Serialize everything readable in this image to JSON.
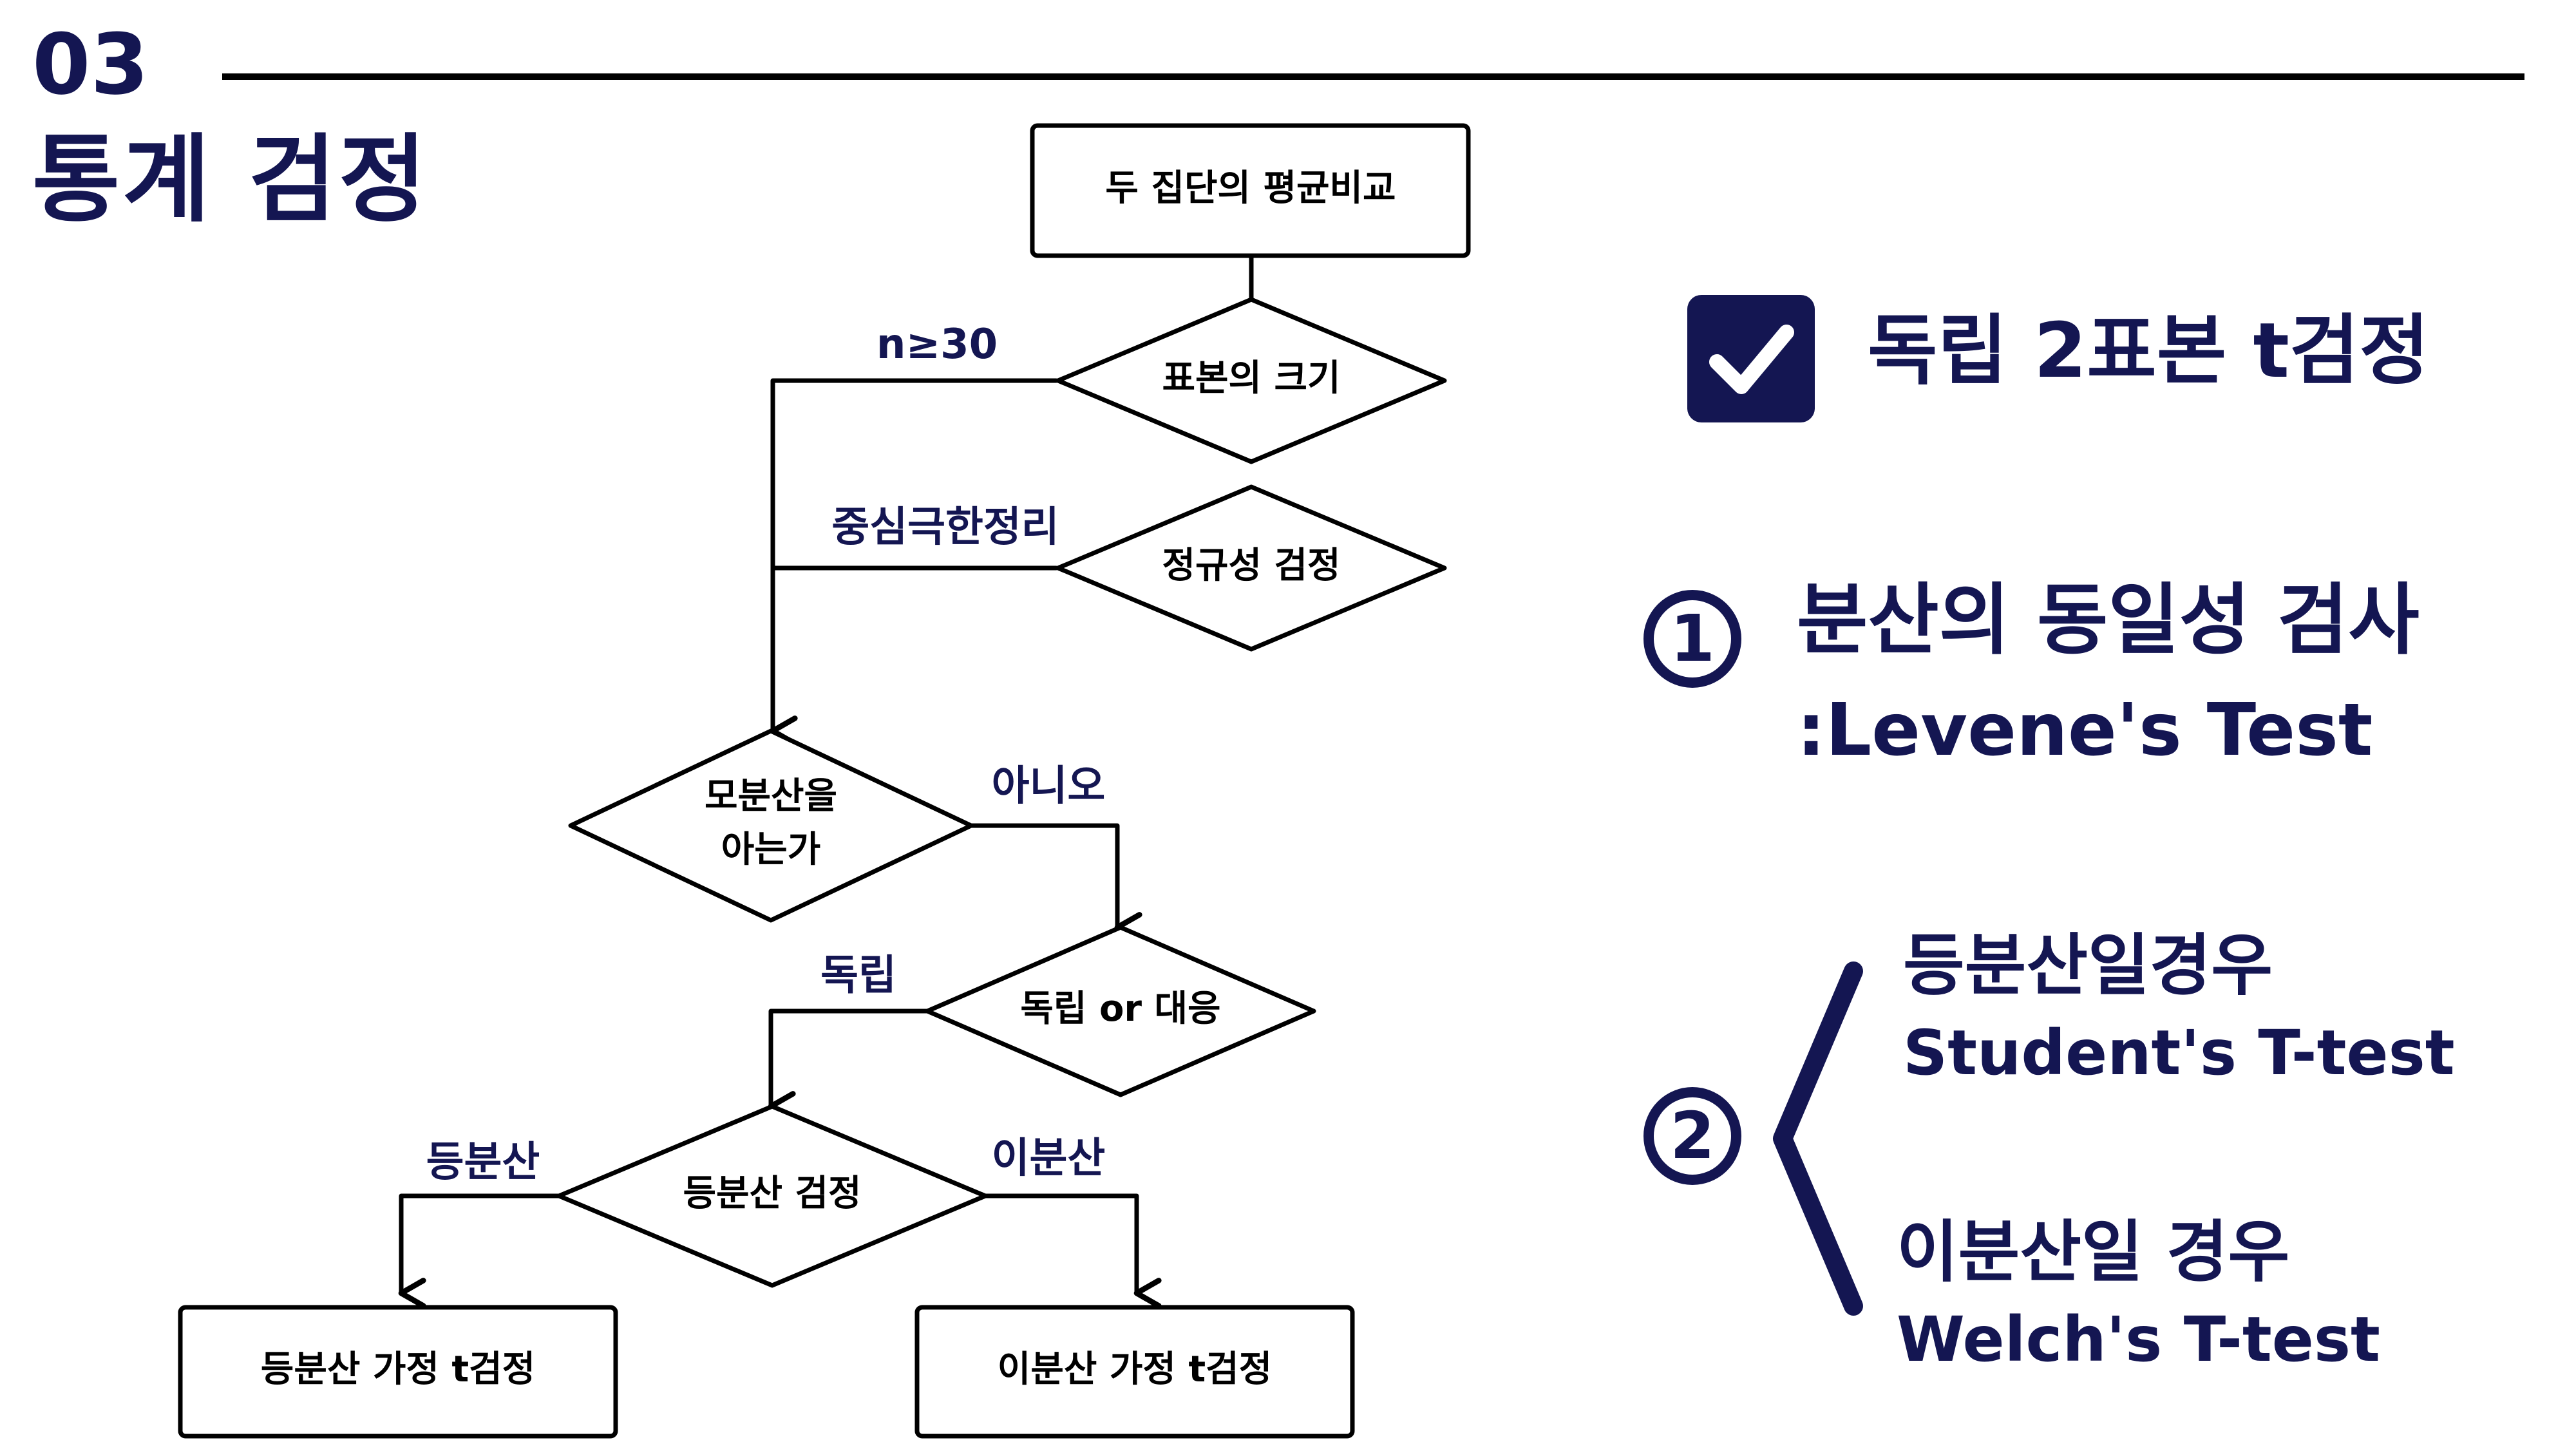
{
  "header": {
    "section_number": "03",
    "section_title": "통계 검정"
  },
  "flowchart": {
    "start": "두 집단의 평균비교",
    "sample_size": "표본의 크기",
    "normality": "정규성 검정",
    "pop_variance_line1": "모분산을",
    "pop_variance_line2": "아는가",
    "indep_or_paired": "독립 or 대응",
    "equal_variance_test": "등분산 검정",
    "result_equal": "등분산 가정 t검정",
    "result_unequal": "이분산 가정 t검정",
    "edge_n30": "n≥30",
    "edge_clt": "중심극한정리",
    "edge_no": "아니오",
    "edge_independent": "독립",
    "edge_equal": "등분산",
    "edge_unequal": "이분산"
  },
  "summary": {
    "title": "독립 2표본 t검정",
    "step1_number": "1",
    "step1_line1": "분산의 동일성 검사",
    "step1_line2": ":Levene's Test",
    "step2_number": "2",
    "case1_ko": "등분산일경우",
    "case1_en": "Student's T-test",
    "case2_ko": "이분산일 경우",
    "case2_en": "Welch's T-test",
    "icons": [
      "checkbox-checked-icon",
      "brace-icon"
    ],
    "accent_color": "#141652"
  }
}
